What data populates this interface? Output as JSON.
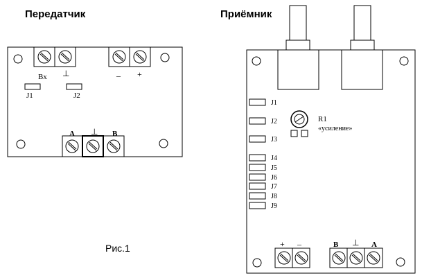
{
  "transmitter": {
    "title": "Передатчик",
    "input_label": "Вх",
    "ground_top": "⊥",
    "minus_label": "–",
    "plus_label": "+",
    "jumper_1": "J1",
    "jumper_2": "J2",
    "terminal_a": "A",
    "ground_bottom": "⊥",
    "terminal_b": "B"
  },
  "receiver": {
    "title": "Приёмник",
    "jumpers": [
      "J1",
      "J2",
      "J3",
      "J4",
      "J5",
      "J6",
      "J7",
      "J8",
      "J9"
    ],
    "pot_label": "R1",
    "pot_caption": "«усиление»",
    "plus_label": "+",
    "minus_label": "–",
    "terminal_b": "B",
    "ground": "⊥",
    "terminal_a": "A"
  },
  "figure_caption": "Рис.1"
}
